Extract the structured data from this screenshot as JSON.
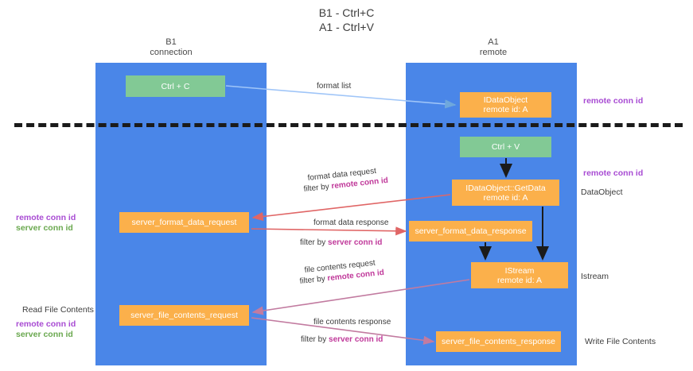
{
  "title": {
    "line1": "B1 - Ctrl+C",
    "line2": "A1 - Ctrl+V"
  },
  "lanes": [
    {
      "id": "b1",
      "name": "B1",
      "role": "connection",
      "color": "#4a86e8"
    },
    {
      "id": "a1",
      "name": "A1",
      "role": "remote",
      "color": "#4a86e8"
    }
  ],
  "nodes": {
    "ctrl_c": {
      "label": "Ctrl + C",
      "color": "#82c995"
    },
    "dataobject": {
      "line1": "IDataObject",
      "line2": "remote id: A",
      "color": "#fbb04b"
    },
    "ctrl_v": {
      "label": "Ctrl + V",
      "color": "#82c995"
    },
    "getdata": {
      "line1": "IDataObject::GetData",
      "line2": "remote id: A",
      "color": "#fbb04b"
    },
    "fmt_req": {
      "label": "server_format_data_request",
      "color": "#fbb04b"
    },
    "fmt_res": {
      "label": "server_format_data_response",
      "color": "#fbb04b"
    },
    "istream": {
      "line1": "IStream",
      "line2": "remote id: A",
      "color": "#fbb04b"
    },
    "file_req": {
      "label": "server_file_contents_request",
      "color": "#fbb04b"
    },
    "file_res": {
      "label": "server_file_contents_response",
      "color": "#fbb04b"
    }
  },
  "flows": {
    "format_list": {
      "text": "format list"
    },
    "fmt_data_request": {
      "text": "format data request",
      "filter_prefix": "filter by ",
      "filter_key": "remote conn id"
    },
    "fmt_data_response": {
      "text": "format data response",
      "filter_prefix": "filter by ",
      "filter_key": "server conn id"
    },
    "file_contents_request": {
      "text": "file contents request",
      "filter_prefix": "filter by ",
      "filter_key": "remote conn id"
    },
    "file_contents_response": {
      "text": "file contents response",
      "filter_prefix": "filter by ",
      "filter_key": "server conn id"
    }
  },
  "annotations": {
    "right": [
      {
        "text": "remote conn id",
        "style": "purple"
      },
      {
        "text": "remote conn id",
        "style": "purple"
      },
      {
        "text": "DataObject",
        "style": "dark"
      },
      {
        "text": "Istream",
        "style": "dark"
      },
      {
        "text": "Write File Contents",
        "style": "dark"
      }
    ],
    "left": [
      {
        "text": "remote conn id",
        "style": "purple"
      },
      {
        "text": "server conn id",
        "style": "green"
      },
      {
        "text": "Read File Contents",
        "style": "dark"
      },
      {
        "text": "remote conn id",
        "style": "purple"
      },
      {
        "text": "server conn id",
        "style": "green"
      }
    ]
  },
  "colors": {
    "lane": "#4a86e8",
    "green_node": "#82c995",
    "orange_node": "#fbb04b",
    "purple_text": "#a84bd3",
    "magenta_text": "#c0399a",
    "green_text": "#6aa84f",
    "arrow_blue": "#9fc5f8",
    "arrow_red": "#e06666",
    "arrow_magenta": "#c27ba0",
    "arrow_black": "#1b1b1b",
    "divider": "#1b1b1b"
  }
}
